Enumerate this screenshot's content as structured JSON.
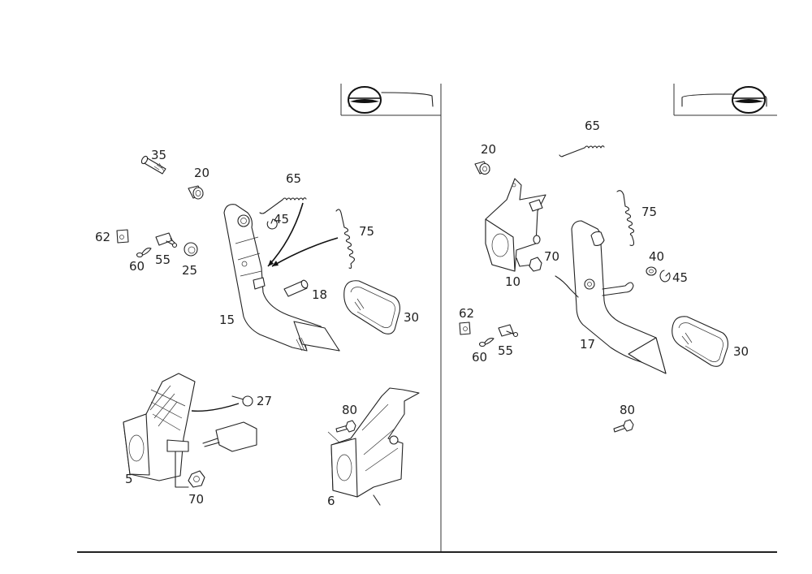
{
  "page": {
    "type": "parts-diagram",
    "panels": [
      {
        "id": "left",
        "variant_icon": "steering-wheel-left-hand-drive-icon",
        "callouts": [
          {
            "id": "c35",
            "label": "35",
            "part": "bolt"
          },
          {
            "id": "c20",
            "label": "20",
            "part": "bushing"
          },
          {
            "id": "c65",
            "label": "65",
            "part": "return-spring"
          },
          {
            "id": "c45",
            "label": "45",
            "part": "circlip"
          },
          {
            "id": "c75",
            "label": "75",
            "part": "tension-spring"
          },
          {
            "id": "c62",
            "label": "62",
            "part": "clip-plate"
          },
          {
            "id": "c60",
            "label": "60",
            "part": "spring-clip"
          },
          {
            "id": "c55",
            "label": "55",
            "part": "retainer"
          },
          {
            "id": "c25",
            "label": "25",
            "part": "bushing"
          },
          {
            "id": "c18",
            "label": "18",
            "part": "pin"
          },
          {
            "id": "c15",
            "label": "15",
            "part": "brake-pedal"
          },
          {
            "id": "c30",
            "label": "30",
            "part": "pedal-pad"
          },
          {
            "id": "c27",
            "label": "27",
            "part": "bolt"
          },
          {
            "id": "c5",
            "label": "5",
            "part": "pedal-bracket"
          },
          {
            "id": "c70",
            "label": "70",
            "part": "nut"
          },
          {
            "id": "c80",
            "label": "80",
            "part": "screw"
          },
          {
            "id": "c6",
            "label": "6",
            "part": "pedal-bracket"
          }
        ]
      },
      {
        "id": "right",
        "variant_icon": "steering-wheel-right-hand-drive-icon",
        "callouts": [
          {
            "id": "c20",
            "label": "20",
            "part": "bushing"
          },
          {
            "id": "c65",
            "label": "65",
            "part": "return-spring"
          },
          {
            "id": "c75",
            "label": "75",
            "part": "tension-spring"
          },
          {
            "id": "c70",
            "label": "70",
            "part": "nut"
          },
          {
            "id": "c10",
            "label": "10",
            "part": "pedal-bracket"
          },
          {
            "id": "c40",
            "label": "40",
            "part": "washer"
          },
          {
            "id": "c45",
            "label": "45",
            "part": "circlip"
          },
          {
            "id": "c62",
            "label": "62",
            "part": "clip-plate"
          },
          {
            "id": "c60",
            "label": "60",
            "part": "spring-clip"
          },
          {
            "id": "c55",
            "label": "55",
            "part": "retainer"
          },
          {
            "id": "c17",
            "label": "17",
            "part": "pedal"
          },
          {
            "id": "c30",
            "label": "30",
            "part": "pedal-pad"
          },
          {
            "id": "c80",
            "label": "80",
            "part": "screw"
          }
        ]
      }
    ]
  }
}
